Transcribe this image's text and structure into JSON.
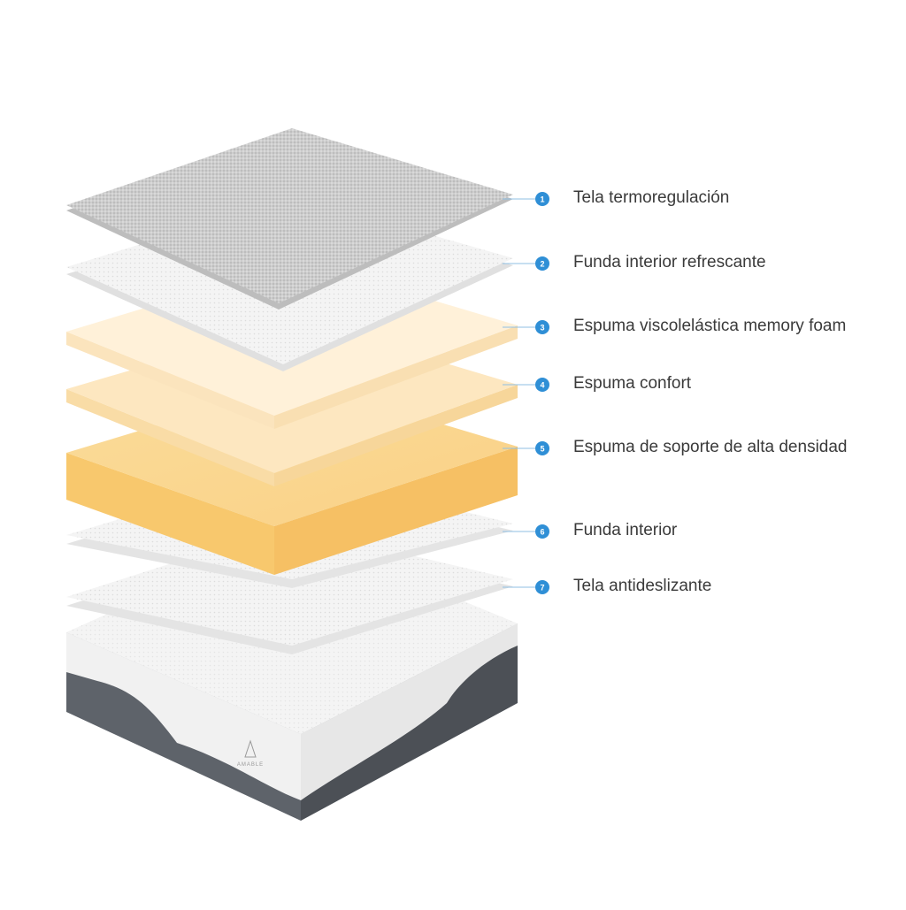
{
  "layers": [
    {
      "number": "1",
      "label": "Tela termoregulación"
    },
    {
      "number": "2",
      "label": "Funda interior refrescante"
    },
    {
      "number": "3",
      "label": "Espuma viscolelástica memory foam"
    },
    {
      "number": "4",
      "label": "Espuma confort"
    },
    {
      "number": "5",
      "label": "Espuma de soporte de alta densidad"
    },
    {
      "number": "6",
      "label": "Funda interior"
    },
    {
      "number": "7",
      "label": "Tela antideslizante"
    }
  ],
  "brand": "AMABLE",
  "colors": {
    "marker": "#2f8fd6",
    "leader": "#8fbfe3",
    "fabric_grey": "#c9c9c9",
    "fabric_white": "#f3f3f3",
    "foam_light": "#fdeccc",
    "foam_medium": "#fbe2b4",
    "foam_dense": "#f8cf7c",
    "base_grey": "#5d6167"
  }
}
